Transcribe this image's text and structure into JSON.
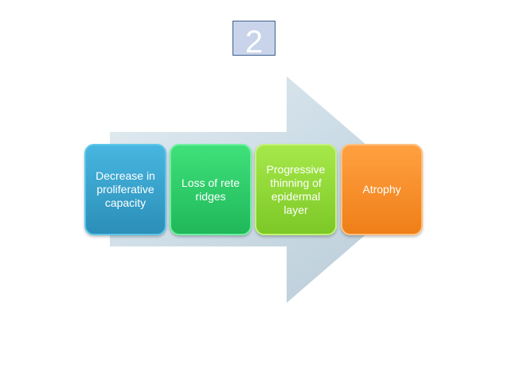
{
  "slide": {
    "number": "2"
  },
  "steps": [
    {
      "label": "Decrease in proliferative capacity",
      "color_top": "#48b6e0",
      "color_bottom": "#2b8fb8",
      "border": "#5cc6ea"
    },
    {
      "label": "Loss of rete ridges",
      "color_top": "#3fe07a",
      "color_bottom": "#20b85a",
      "border": "#6ff0a0"
    },
    {
      "label": "Progressive thinning of epidermal layer",
      "color_top": "#a6e84a",
      "color_bottom": "#7cc826",
      "border": "#c4f27a"
    },
    {
      "label": "Atrophy",
      "color_top": "#ffa040",
      "color_bottom": "#ef7f18",
      "border": "#ffc080"
    }
  ],
  "colors": {
    "arrow_fill": "#ccdce6",
    "badge_fill": "#c9d4ea",
    "badge_border": "#3f5f8f"
  }
}
